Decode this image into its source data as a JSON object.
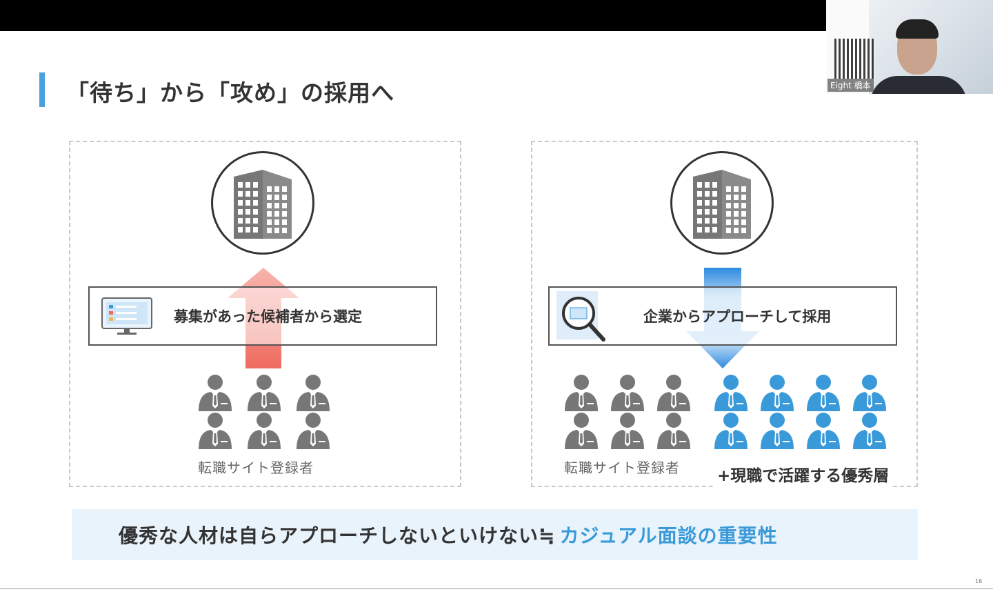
{
  "webcam": {
    "name_tag": "Eight 橋本"
  },
  "slide": {
    "title": "「待ち」から「攻め」の採用へ",
    "left": {
      "caption": "募集があった候補者から選定",
      "people_label": "転職サイト登録者",
      "gray_people": 6,
      "arrow_color": "#ef6b5f"
    },
    "right": {
      "caption": "企業からアプローチして採用",
      "people_label": "転職サイト登録者",
      "gray_people": 6,
      "blue_people": 8,
      "extra_label": "+現職で活躍する優秀層",
      "arrow_color": "#2f8be0"
    },
    "banner": {
      "text": "優秀な人材は自らアプローチしないといけない≒",
      "highlight": "カジュアル面談の重要性"
    },
    "page_number": "16"
  },
  "colors": {
    "accent": "#4a9fe0",
    "gray_person": "#777777",
    "blue_person": "#3a9ad9",
    "banner_bg": "#e9f3fb"
  }
}
